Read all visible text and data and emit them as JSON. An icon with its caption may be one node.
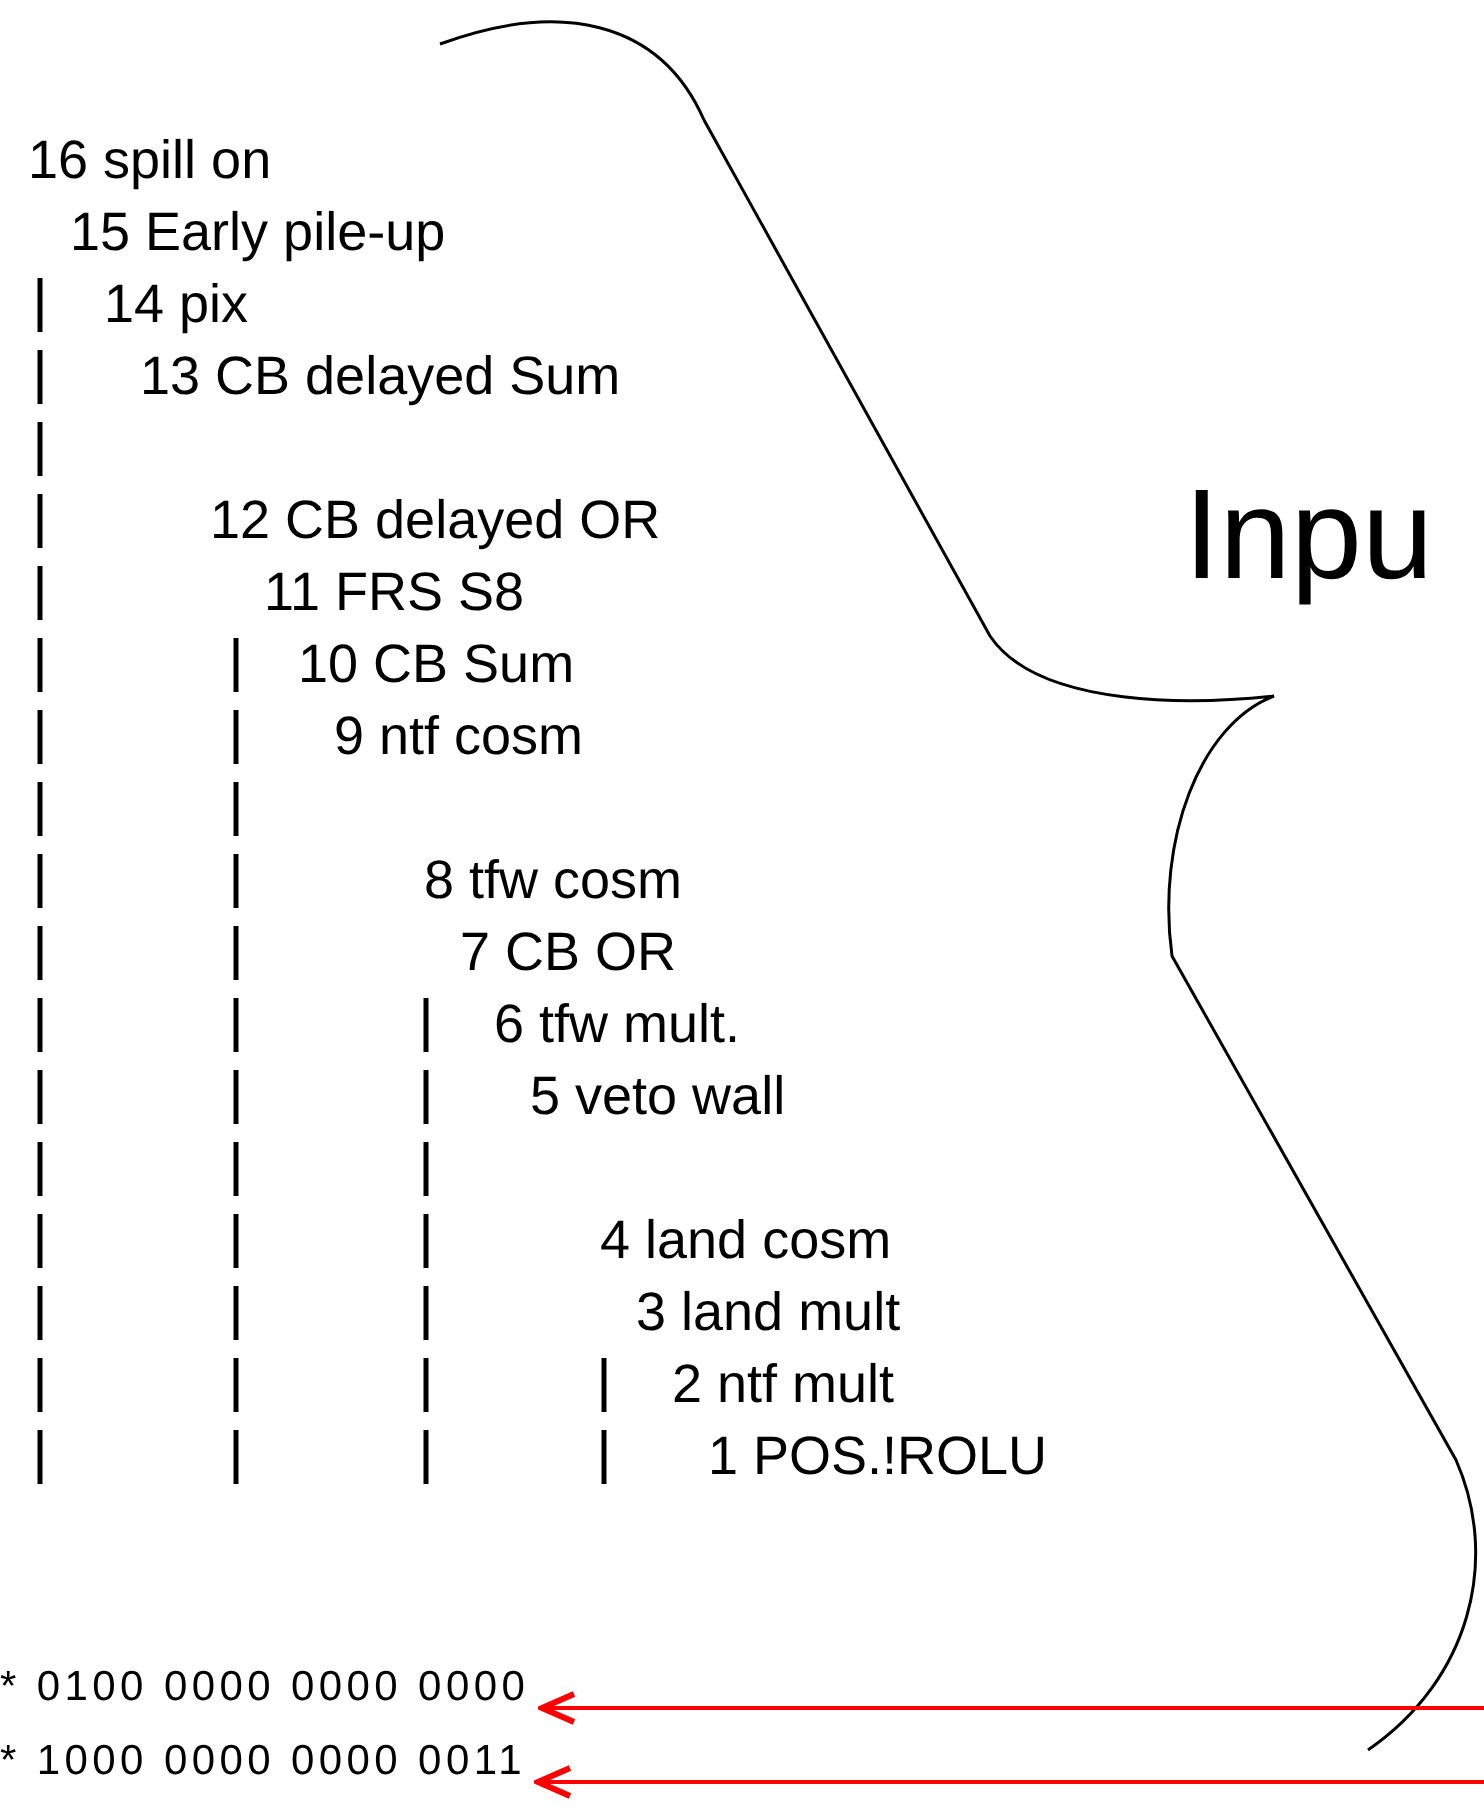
{
  "diagram": {
    "nodes": [
      {
        "text": [
          "* 0100 0000 0000 0000"
        ]
      },
      {
        "text": [
          "* 1000 0000 0000 0011"
        ]
      }
    ],
    "edges": [
      {
        "from": null,
        "to": 0,
        "arrow": "to"
      },
      {
        "from": null,
        "to": 1,
        "arrow": "to"
      }
    ],
    "labels": [
      "16 spill on",
      "15 Early pile-up",
      "14 pix",
      "13 CB delayed Sum",
      "12 CB delayed OR",
      "Inpu",
      "11 FRS S8",
      "10 CB Sum",
      "9 ntf cosm",
      "8 tfw cosm",
      "7 CB OR",
      "6 tfw mult.",
      "5 veto wall",
      "4 land cosm",
      "3 land mult",
      "2 ntf mult",
      "1 POS.!ROLU"
    ]
  }
}
